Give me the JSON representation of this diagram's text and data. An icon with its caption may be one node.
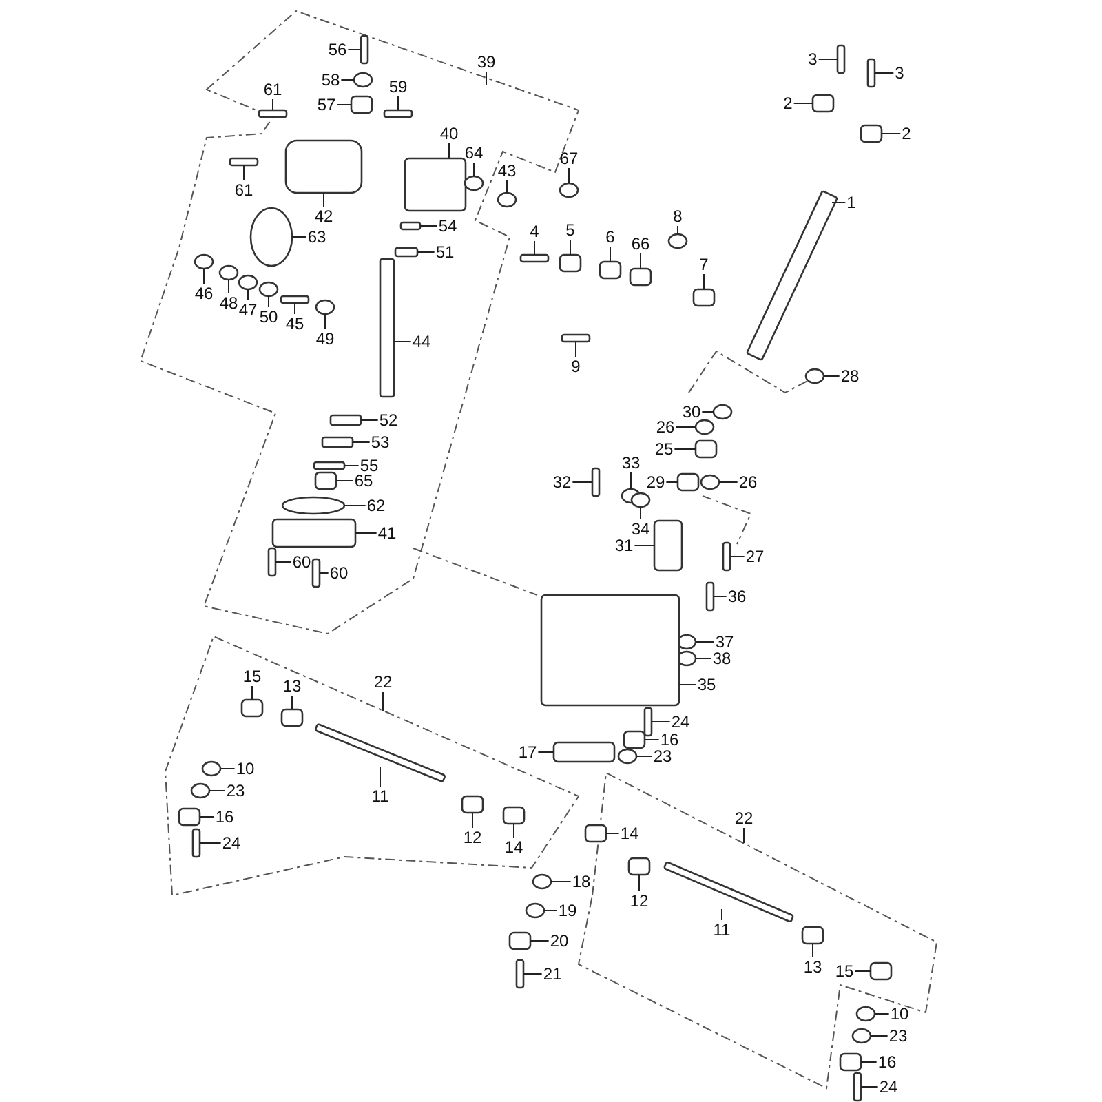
{
  "diagram": {
    "nodes": [
      {
        "text": [
          "3"
        ]
      },
      {
        "text": [
          "3"
        ]
      },
      {
        "text": [
          "2"
        ]
      },
      {
        "text": [
          "2"
        ]
      },
      {
        "text": [
          "1"
        ]
      },
      {
        "text": [
          "28"
        ]
      },
      {
        "text": [
          "30"
        ]
      },
      {
        "text": [
          "26"
        ]
      },
      {
        "text": [
          "25"
        ]
      },
      {
        "text": [
          "26"
        ]
      },
      {
        "text": [
          "29"
        ]
      },
      {
        "text": [
          "33"
        ]
      },
      {
        "text": [
          "32"
        ]
      },
      {
        "text": [
          "34"
        ]
      },
      {
        "text": [
          "31"
        ]
      },
      {
        "text": [
          "27"
        ]
      },
      {
        "text": [
          "36"
        ]
      },
      {
        "text": [
          "37"
        ]
      },
      {
        "text": [
          "38"
        ]
      },
      {
        "text": [
          "35"
        ]
      },
      {
        "text": [
          "24"
        ]
      },
      {
        "text": [
          "16"
        ]
      },
      {
        "text": [
          "23"
        ]
      },
      {
        "text": [
          "17"
        ]
      },
      {
        "text": [
          "14"
        ]
      },
      {
        "text": [
          "14"
        ]
      },
      {
        "text": [
          "12"
        ]
      },
      {
        "text": [
          "13"
        ]
      },
      {
        "text": [
          "15"
        ]
      },
      {
        "text": [
          "22"
        ]
      },
      {
        "text": [
          "11"
        ]
      },
      {
        "text": [
          "10"
        ]
      },
      {
        "text": [
          "23"
        ]
      },
      {
        "text": [
          "16"
        ]
      },
      {
        "text": [
          "24"
        ]
      },
      {
        "text": [
          "18"
        ]
      },
      {
        "text": [
          "19"
        ]
      },
      {
        "text": [
          "20"
        ]
      },
      {
        "text": [
          "21"
        ]
      },
      {
        "text": [
          "12"
        ]
      },
      {
        "text": [
          "11"
        ]
      },
      {
        "text": [
          "22"
        ]
      },
      {
        "text": [
          "13"
        ]
      },
      {
        "text": [
          "15"
        ]
      },
      {
        "text": [
          "10"
        ]
      },
      {
        "text": [
          "23"
        ]
      },
      {
        "text": [
          "16"
        ]
      },
      {
        "text": [
          "24"
        ]
      },
      {
        "text": [
          "39"
        ]
      },
      {
        "text": [
          "56"
        ]
      },
      {
        "text": [
          "58"
        ]
      },
      {
        "text": [
          "59"
        ]
      },
      {
        "text": [
          "57"
        ]
      },
      {
        "text": [
          "61"
        ]
      },
      {
        "text": [
          "40"
        ]
      },
      {
        "text": [
          "64"
        ]
      },
      {
        "text": [
          "43"
        ]
      },
      {
        "text": [
          "67"
        ]
      },
      {
        "text": [
          "42"
        ]
      },
      {
        "text": [
          "61"
        ]
      },
      {
        "text": [
          "63"
        ]
      },
      {
        "text": [
          "54"
        ]
      },
      {
        "text": [
          "51"
        ]
      },
      {
        "text": [
          "4"
        ]
      },
      {
        "text": [
          "5"
        ]
      },
      {
        "text": [
          "6"
        ]
      },
      {
        "text": [
          "66"
        ]
      },
      {
        "text": [
          "8"
        ]
      },
      {
        "text": [
          "7"
        ]
      },
      {
        "text": [
          "9"
        ]
      },
      {
        "text": [
          "46"
        ]
      },
      {
        "text": [
          "48"
        ]
      },
      {
        "text": [
          "47"
        ]
      },
      {
        "text": [
          "50"
        ]
      },
      {
        "text": [
          "45"
        ]
      },
      {
        "text": [
          "49"
        ]
      },
      {
        "text": [
          "44"
        ]
      },
      {
        "text": [
          "52"
        ]
      },
      {
        "text": [
          "53"
        ]
      },
      {
        "text": [
          "55"
        ]
      },
      {
        "text": [
          "65"
        ]
      },
      {
        "text": [
          "62"
        ]
      },
      {
        "text": [
          "41"
        ]
      },
      {
        "text": [
          "60"
        ]
      },
      {
        "text": [
          "60"
        ]
      },
      {
        "text": [],
        "shape": "bar"
      },
      {
        "text": [],
        "shape": "bar"
      },
      {
        "text": [],
        "shape": "box"
      },
      {
        "text": [],
        "shape": "box"
      },
      {
        "text": [],
        "shape": "bar"
      },
      {
        "text": [],
        "shape": "circle"
      },
      {
        "text": [],
        "shape": "circle"
      },
      {
        "text": [],
        "shape": "circle"
      },
      {
        "text": [],
        "shape": "box"
      },
      {
        "text": [],
        "shape": "circle"
      },
      {
        "text": [],
        "shape": "box"
      },
      {
        "text": [],
        "shape": "circle"
      },
      {
        "text": [],
        "shape": "bar"
      },
      {
        "text": [],
        "shape": "circle"
      },
      {
        "text": [],
        "shape": "box"
      },
      {
        "text": [],
        "shape": "bar"
      },
      {
        "text": [],
        "shape": "bar"
      },
      {
        "text": [],
        "shape": "circle"
      },
      {
        "text": [],
        "shape": "circle"
      },
      {
        "text": [],
        "shape": "box"
      },
      {
        "text": [],
        "shape": "bar"
      },
      {
        "text": [],
        "shape": "box"
      },
      {
        "text": [],
        "shape": "circle"
      },
      {
        "text": [],
        "shape": "box"
      },
      {
        "text": [],
        "shape": "box"
      },
      {
        "text": [],
        "shape": "box"
      },
      {
        "text": [],
        "shape": "box"
      },
      {
        "text": [],
        "shape": "box"
      },
      {
        "text": [],
        "shape": "box"
      },
      {
        "text": [],
        "shape": "bar"
      },
      {
        "text": [],
        "shape": "circle"
      },
      {
        "text": [],
        "shape": "circle"
      },
      {
        "text": [],
        "shape": "box"
      },
      {
        "text": [],
        "shape": "bar"
      },
      {
        "text": [],
        "shape": "circle"
      },
      {
        "text": [],
        "shape": "circle"
      },
      {
        "text": [],
        "shape": "box"
      },
      {
        "text": [],
        "shape": "bar"
      },
      {
        "text": [],
        "shape": "box"
      },
      {
        "text": [],
        "shape": "bar"
      },
      {
        "text": [],
        "shape": "box"
      },
      {
        "text": [],
        "shape": "box"
      },
      {
        "text": [],
        "shape": "circle"
      },
      {
        "text": [],
        "shape": "circle"
      },
      {
        "text": [],
        "shape": "box"
      },
      {
        "text": [],
        "shape": "bar"
      },
      {
        "text": [],
        "shape": "bar"
      },
      {
        "text": [],
        "shape": "circle"
      },
      {
        "text": [],
        "shape": "bar"
      },
      {
        "text": [],
        "shape": "box"
      },
      {
        "text": [],
        "shape": "bar"
      },
      {
        "text": [],
        "shape": "box"
      },
      {
        "text": [],
        "shape": "circle"
      },
      {
        "text": [],
        "shape": "circle"
      },
      {
        "text": [],
        "shape": "circle"
      },
      {
        "text": [],
        "shape": "cylinder"
      },
      {
        "text": [],
        "shape": "bar"
      },
      {
        "text": [],
        "shape": "circle"
      },
      {
        "text": [],
        "shape": "bar"
      },
      {
        "text": [],
        "shape": "bar"
      },
      {
        "text": [],
        "shape": "bar"
      },
      {
        "text": [],
        "shape": "box"
      },
      {
        "text": [],
        "shape": "box"
      },
      {
        "text": [],
        "shape": "box"
      },
      {
        "text": [],
        "shape": "circle"
      },
      {
        "text": [],
        "shape": "box"
      },
      {
        "text": [],
        "shape": "bar"
      },
      {
        "text": [],
        "shape": "circle"
      },
      {
        "text": [],
        "shape": "circle"
      },
      {
        "text": [],
        "shape": "circle"
      },
      {
        "text": [],
        "shape": "circle"
      },
      {
        "text": [],
        "shape": "bar"
      },
      {
        "text": [],
        "shape": "circle"
      },
      {
        "text": [],
        "shape": "bar"
      },
      {
        "text": [],
        "shape": "bar"
      },
      {
        "text": [],
        "shape": "bar"
      },
      {
        "text": [],
        "shape": "bar"
      },
      {
        "text": [],
        "shape": "box"
      },
      {
        "text": [],
        "shape": "circle"
      },
      {
        "text": [],
        "shape": "box"
      },
      {
        "text": [],
        "shape": "bar"
      },
      {
        "text": [],
        "shape": "bar"
      }
    ],
    "edges": [
      {
        "from": 0,
        "to": 85,
        "arrow": "none"
      },
      {
        "from": 1,
        "to": 86,
        "arrow": "none"
      },
      {
        "from": 2,
        "to": 87,
        "arrow": "none"
      },
      {
        "from": 3,
        "to": 88,
        "arrow": "none"
      },
      {
        "from": 4,
        "to": 89,
        "arrow": "none"
      },
      {
        "from": 5,
        "to": 90,
        "arrow": "none"
      },
      {
        "from": 6,
        "to": 91,
        "arrow": "none"
      },
      {
        "from": 7,
        "to": 92,
        "arrow": "none"
      },
      {
        "from": 8,
        "to": 93,
        "arrow": "none"
      },
      {
        "from": 9,
        "to": 94,
        "arrow": "none"
      },
      {
        "from": 10,
        "to": 95,
        "arrow": "none"
      },
      {
        "from": 11,
        "to": 96,
        "arrow": "none"
      },
      {
        "from": 12,
        "to": 97,
        "arrow": "none"
      },
      {
        "from": 13,
        "to": 98,
        "arrow": "none"
      },
      {
        "from": 14,
        "to": 99,
        "arrow": "none"
      },
      {
        "from": 15,
        "to": 100,
        "arrow": "none"
      },
      {
        "from": 16,
        "to": 101,
        "arrow": "none"
      },
      {
        "from": 17,
        "to": 102,
        "arrow": "none"
      },
      {
        "from": 18,
        "to": 103,
        "arrow": "none"
      },
      {
        "from": 19,
        "to": 104,
        "arrow": "none"
      },
      {
        "from": 20,
        "to": 105,
        "arrow": "none"
      },
      {
        "from": 21,
        "to": 106,
        "arrow": "none"
      },
      {
        "from": 22,
        "to": 107,
        "arrow": "none"
      },
      {
        "from": 23,
        "to": 108,
        "arrow": "none"
      },
      {
        "from": 24,
        "to": 109,
        "arrow": "none"
      },
      {
        "from": 25,
        "to": 110,
        "arrow": "none"
      },
      {
        "from": 26,
        "to": 111,
        "arrow": "none"
      },
      {
        "from": 27,
        "to": 112,
        "arrow": "none"
      },
      {
        "from": 28,
        "to": 113,
        "arrow": "none"
      },
      {
        "from": 29,
        "to": null,
        "arrow": "none"
      },
      {
        "from": 30,
        "to": 114,
        "arrow": "none"
      },
      {
        "from": 31,
        "to": 115,
        "arrow": "none"
      },
      {
        "from": 32,
        "to": 116,
        "arrow": "none"
      },
      {
        "from": 33,
        "to": 117,
        "arrow": "none"
      },
      {
        "from": 34,
        "to": 118,
        "arrow": "none"
      },
      {
        "from": 35,
        "to": 119,
        "arrow": "none"
      },
      {
        "from": 36,
        "to": 120,
        "arrow": "none"
      },
      {
        "from": 37,
        "to": 121,
        "arrow": "none"
      },
      {
        "from": 38,
        "to": 122,
        "arrow": "none"
      },
      {
        "from": 39,
        "to": 123,
        "arrow": "none"
      },
      {
        "from": 40,
        "to": 124,
        "arrow": "none"
      },
      {
        "from": 41,
        "to": null,
        "arrow": "none"
      },
      {
        "from": 42,
        "to": 125,
        "arrow": "none"
      },
      {
        "from": 43,
        "to": 126,
        "arrow": "none"
      },
      {
        "from": 44,
        "to": 127,
        "arrow": "none"
      },
      {
        "from": 45,
        "to": 128,
        "arrow": "none"
      },
      {
        "from": 46,
        "to": 129,
        "arrow": "none"
      },
      {
        "from": 47,
        "to": 130,
        "arrow": "none"
      },
      {
        "from": 48,
        "to": null,
        "arrow": "none"
      },
      {
        "from": 49,
        "to": 131,
        "arrow": "none"
      },
      {
        "from": 50,
        "to": 132,
        "arrow": "none"
      },
      {
        "from": 51,
        "to": 133,
        "arrow": "none"
      },
      {
        "from": 52,
        "to": 134,
        "arrow": "none"
      },
      {
        "from": 53,
        "to": 135,
        "arrow": "none"
      },
      {
        "from": 54,
        "to": 136,
        "arrow": "none"
      },
      {
        "from": 55,
        "to": 137,
        "arrow": "none"
      },
      {
        "from": 56,
        "to": 138,
        "arrow": "none"
      },
      {
        "from": 57,
        "to": 139,
        "arrow": "none"
      },
      {
        "from": 58,
        "to": 140,
        "arrow": "none"
      },
      {
        "from": 59,
        "to": 141,
        "arrow": "none"
      },
      {
        "from": 60,
        "to": 142,
        "arrow": "none"
      },
      {
        "from": 61,
        "to": 143,
        "arrow": "none"
      },
      {
        "from": 62,
        "to": 144,
        "arrow": "none"
      },
      {
        "from": 63,
        "to": 145,
        "arrow": "none"
      },
      {
        "from": 64,
        "to": 146,
        "arrow": "none"
      },
      {
        "from": 65,
        "to": 147,
        "arrow": "none"
      },
      {
        "from": 66,
        "to": 148,
        "arrow": "none"
      },
      {
        "from": 67,
        "to": 149,
        "arrow": "none"
      },
      {
        "from": 68,
        "to": 150,
        "arrow": "none"
      },
      {
        "from": 69,
        "to": 151,
        "arrow": "none"
      },
      {
        "from": 70,
        "to": 152,
        "arrow": "none"
      },
      {
        "from": 71,
        "to": 153,
        "arrow": "none"
      },
      {
        "from": 72,
        "to": 154,
        "arrow": "none"
      },
      {
        "from": 73,
        "to": 155,
        "arrow": "none"
      },
      {
        "from": 74,
        "to": 156,
        "arrow": "none"
      },
      {
        "from": 75,
        "to": 157,
        "arrow": "none"
      },
      {
        "from": 76,
        "to": 158,
        "arrow": "none"
      },
      {
        "from": 77,
        "to": 159,
        "arrow": "none"
      },
      {
        "from": 78,
        "to": 160,
        "arrow": "none"
      },
      {
        "from": 79,
        "to": 161,
        "arrow": "none"
      },
      {
        "from": 80,
        "to": 162,
        "arrow": "none"
      },
      {
        "from": 81,
        "to": 163,
        "arrow": "none"
      },
      {
        "from": 82,
        "to": 164,
        "arrow": "none"
      },
      {
        "from": 83,
        "to": 165,
        "arrow": "none"
      },
      {
        "from": 84,
        "to": 166,
        "arrow": "none"
      }
    ]
  }
}
